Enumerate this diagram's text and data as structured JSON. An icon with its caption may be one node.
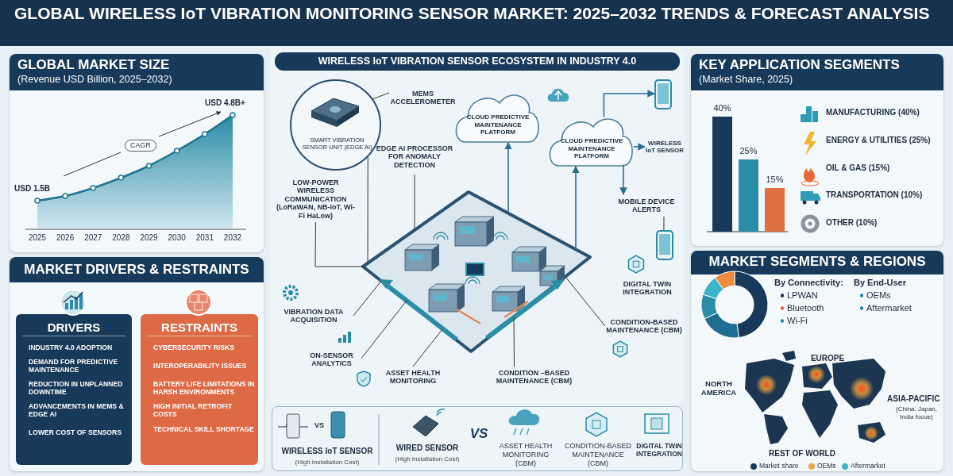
{
  "diagram": {
    "title": "GLOBAL WIRELESS IoT VIBRATION MONITORING SENSOR MARKET: 2025–2032 TRENDS & FORECAST ANALYSIS",
    "nodes": [
      {
        "text": [
          "GLOBAL MARKET SIZE",
          "(Revenue USD Billion, 2025–2032)",
          "USD 4.8B+",
          "CAGR",
          "USD 1.5B",
          "2025",
          "2026",
          "2027",
          "2028",
          "2029",
          "2030",
          "2031",
          "2032"
        ]
      },
      {
        "text": [
          "MARKET DRIVERS & RESTRAINTS"
        ]
      },
      {
        "text": [
          "DRIVERS",
          "INDUSTRY 4.0 ADOPTION",
          "DEMAND FOR PREDICTIVE MAINTENANCE",
          "REDUCTION IN UNPLANNED DOWNTIME",
          "ADVANCEMENTS IN MEMS & EDGE AI",
          "LOWER COST OF SENSORS"
        ],
        "in": 1
      },
      {
        "text": [
          "RESTRAINTS",
          "CYBERSECURITY RISKS",
          "INTEROPERABILITY ISSUES",
          "BATTERY LIFE LIMITATIONS IN HARSH ENVIRONMENTS",
          "HIGH INITIAL RETROFIT COSTS",
          "TECHNICAL SKILL SHORTAGE"
        ],
        "in": 1
      },
      {
        "text": [
          "WIRELESS IoT VIBRATION SENSOR ECOSYSTEM IN INDUSTRY 4.0"
        ]
      },
      {
        "text": [
          "SMART VIBRATION SENSOR UNIT (EDGE AI)"
        ],
        "in": 4
      },
      {
        "text": [
          "MEMS ACCELEROMETER"
        ],
        "in": 4
      },
      {
        "text": [
          "CLOUD PREDICTIVE MAINTENANCE PLATFORM"
        ],
        "in": 4
      },
      {
        "text": [
          "CLOUD PREDICTIVE MAINTENANCE PLATFORM"
        ],
        "in": 4
      },
      {
        "text": [
          "WIRELESS IoT SENSOR"
        ],
        "in": 4
      },
      {
        "text": [],
        "shape": "picture",
        "in": 4
      },
      {
        "text": [
          "EDGE AI PROCESSOR FOR ANOMALY DETECTION"
        ],
        "in": 4
      },
      {
        "text": [
          "LOW-POWER WIRELESS COMMUNICATION (LoRaWAN, NB-IoT, Wi-Fi HaLow)"
        ],
        "in": 4
      },
      {
        "text": [
          "MOBILE DEVICE ALERTS"
        ],
        "in": 4
      },
      {
        "text": [],
        "shape": "picture",
        "in": 4
      },
      {
        "text": [
          "VIBRATION DATA ACQUISITION"
        ],
        "in": 4
      },
      {
        "text": [
          "ON-SENSOR ANALYTICS"
        ],
        "in": 4
      },
      {
        "text": [
          "ASSET HEALTH MONITORING"
        ],
        "in": 4
      },
      {
        "text": [
          "CONDITION-BASED MAINTENANCE (CBM)"
        ],
        "in": 4
      },
      {
        "text": [
          "CONDITION –BASED MAINTENANCE (CBM)"
        ],
        "in": 4
      },
      {
        "text": [
          "DIGITAL TWIN INTEGRATION"
        ],
        "in": 4
      },
      {
        "text": [],
        "shape": "picture",
        "in": 4
      },
      {
        "text": [
          "VS",
          "WIRELESS IoT SENSOR",
          "(High Installation Cost)",
          "WIRED SENSOR",
          "(High Installation Cost)",
          "VS",
          "ASSET HEALTH MONITORING (CBM)",
          "CONDITION-BASED MAINTENANCE (CBM)",
          "DIGITAL TWIN INTEGRATION"
        ]
      },
      {
        "text": [
          "KEY APPLICATION SEGMENTS",
          "(Market Share, 2025)",
          "MANUFACTURING (40%)",
          "ENERGY & UTILITIES (25%)",
          "OIL & GAS (15%)",
          "TRANSPORTATION (10%)",
          "OTHER (10%)"
        ]
      },
      {
        "text": [
          "MARKET SEGMENTS & REGIONS",
          "By Connectivity:",
          "LPWAN",
          "Bluetooth",
          "Wi-Fi",
          "By End-User",
          "OEMs",
          "Aftermarket",
          "EUROPE",
          "NORTH AMERICA",
          "ASIA-PACIFIC",
          "(China, Japan, India focue)",
          "REST OF WORLD"
        ]
      }
    ],
    "edges": [
      {
        "from": 6,
        "to": 5,
        "arrow": "none"
      },
      {
        "from": 5,
        "to": 14,
        "arrow": "none"
      },
      {
        "from": 12,
        "to": 14,
        "arrow": "none"
      },
      {
        "from": 11,
        "to": 14,
        "arrow": "none"
      },
      {
        "from": 14,
        "to": 7,
        "arrow": "to",
        "color": "#2a6f8f"
      },
      {
        "from": 14,
        "to": 8,
        "arrow": "to",
        "color": "#2a6f8f"
      },
      {
        "from": 8,
        "to": 9,
        "arrow": "to",
        "color": "#2a6f8f"
      },
      {
        "from": 8,
        "to": 10,
        "arrow": "to",
        "color": "#2a6f8f"
      },
      {
        "from": 8,
        "to": 13,
        "arrow": "to",
        "color": "#2a6f8f"
      },
      {
        "from": 13,
        "to": 21,
        "arrow": "none"
      },
      {
        "from": 15,
        "to": 14,
        "arrow": "none"
      },
      {
        "from": 16,
        "to": 14,
        "arrow": "none"
      },
      {
        "from": 17,
        "to": 14,
        "arrow": "none"
      },
      {
        "from": 19,
        "to": 14,
        "arrow": "none"
      },
      {
        "from": 18,
        "to": 14,
        "arrow": "none"
      }
    ],
    "legend": [
      {
        "text": "Market share",
        "color": "#17395a"
      },
      {
        "text": "OEMs",
        "color": "#f0a445"
      },
      {
        "text": "Aftermarket",
        "color": "#3bb4c9"
      }
    ],
    "labels": [
      "40%",
      "25%",
      "15%"
    ]
  }
}
